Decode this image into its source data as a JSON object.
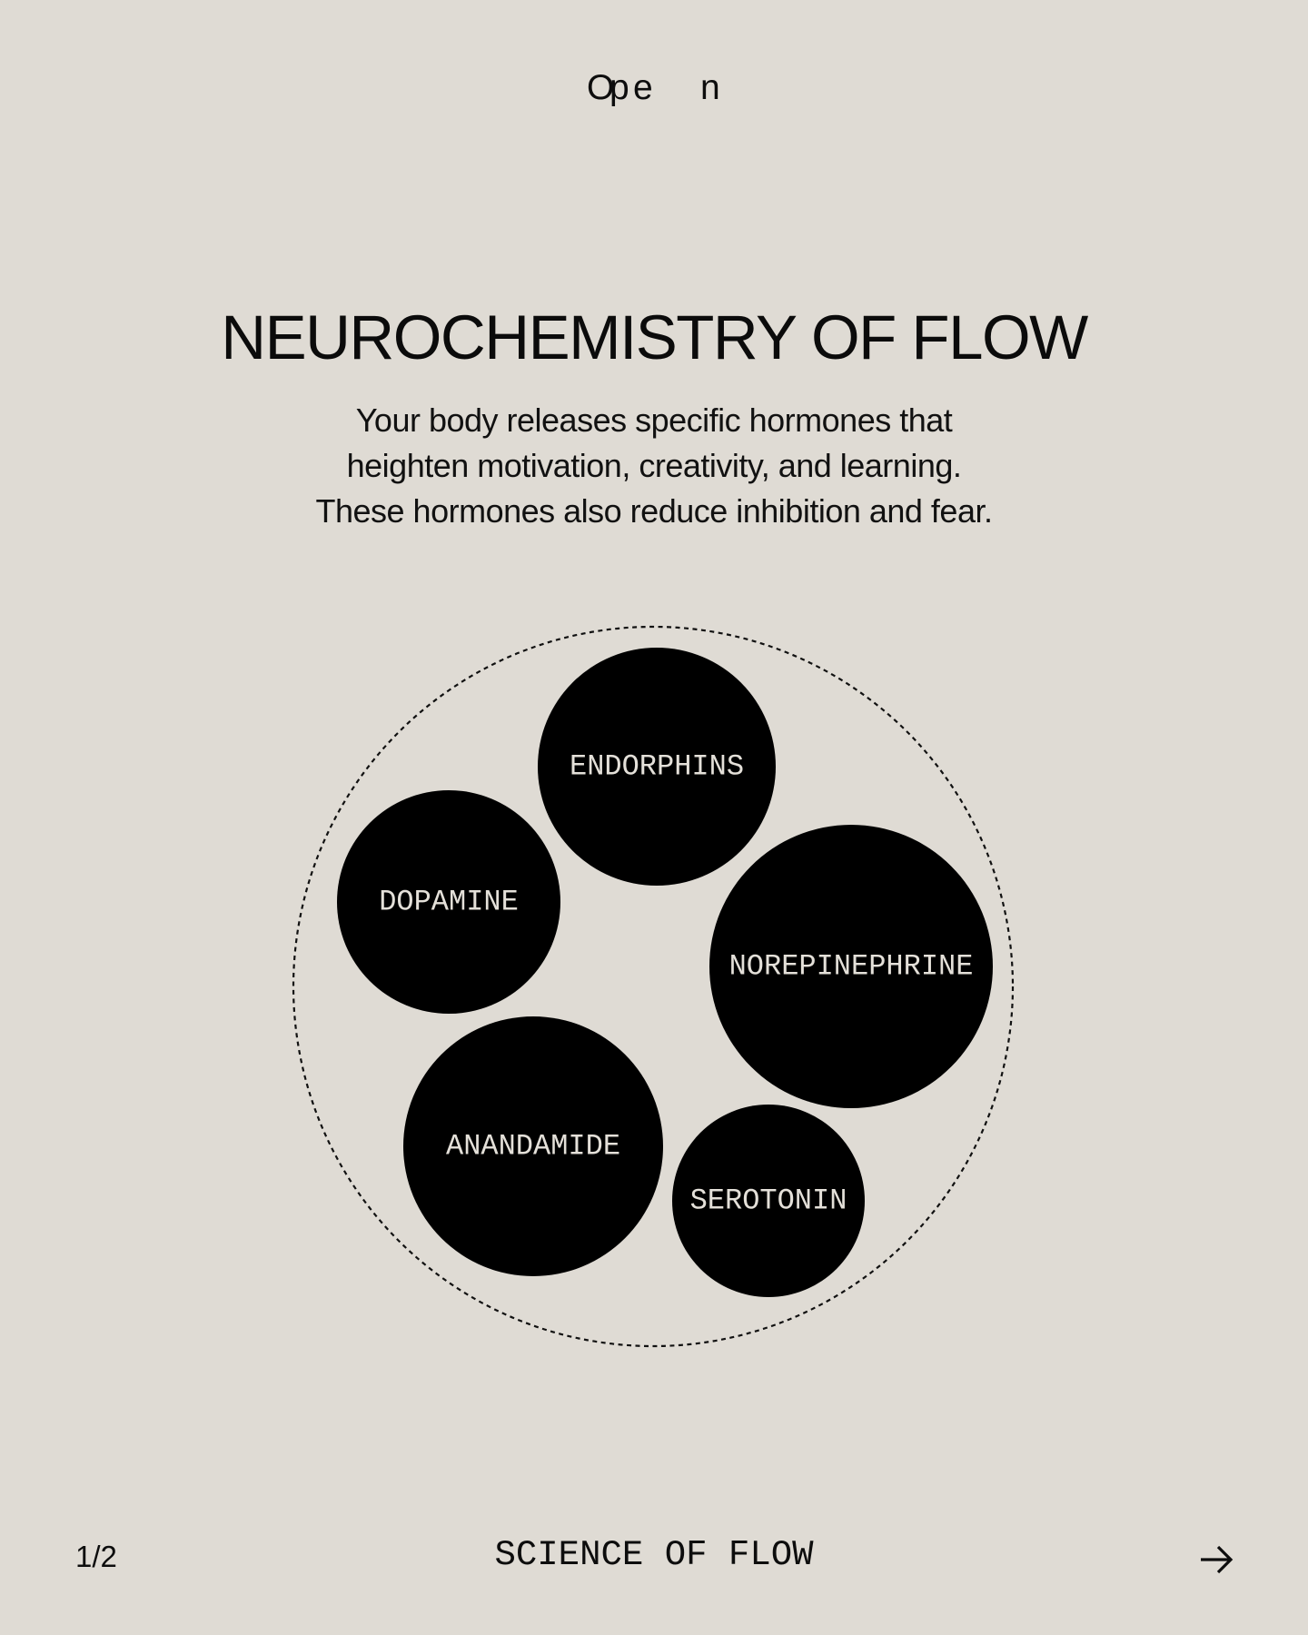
{
  "logo": {
    "letters": [
      "O",
      "p",
      "e",
      "n"
    ],
    "text": "Open"
  },
  "header": {
    "title": "NEUROCHEMISTRY OF FLOW",
    "subtitle_lines": [
      "Your body releases specific hormones that",
      "heighten motivation, creativity, and learning.",
      "These hormones also reduce inhibition and fear."
    ]
  },
  "diagram": {
    "type": "bubble-cluster",
    "container": "dashed-circle",
    "bubbles": [
      {
        "label": "ENDORPHINS"
      },
      {
        "label": "DOPAMINE"
      },
      {
        "label": "NOREPINEPHRINE"
      },
      {
        "label": "ANANDAMIDE"
      },
      {
        "label": "SEROTONIN"
      }
    ]
  },
  "footer": {
    "page_indicator": "1/2",
    "section_title": "SCIENCE OF FLOW",
    "next_icon": "arrow-right-icon"
  },
  "colors": {
    "background": "#dfdbd4",
    "ink": "#000000",
    "bubble_text": "#e4e0d9"
  }
}
